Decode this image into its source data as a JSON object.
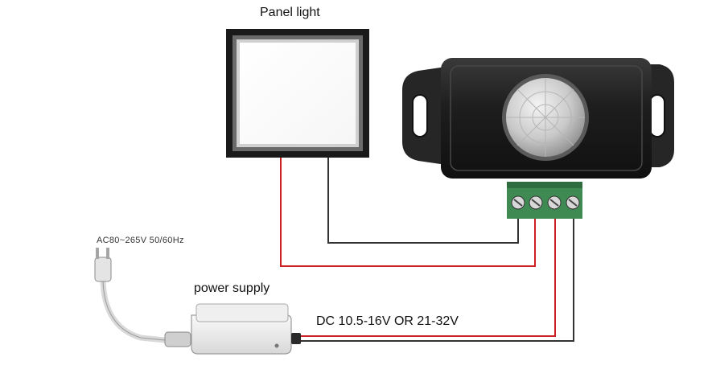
{
  "labels": {
    "panel_light": "Panel light",
    "power_supply": "power supply",
    "ac_input": "AC80~265V 50/60Hz",
    "dc_output": "DC 10.5-16V OR 21-32V"
  },
  "colors": {
    "wire_red": "#cc1f1f",
    "wire_dark": "#333333",
    "sensor_body": "#1c1c1c",
    "terminal_green": "#3f8a52",
    "panel_frame": "#0a0a0a"
  },
  "icons": [
    "panel-light-icon",
    "pir-sensor-icon",
    "terminal-block-icon",
    "power-supply-icon",
    "ac-plug-icon"
  ]
}
